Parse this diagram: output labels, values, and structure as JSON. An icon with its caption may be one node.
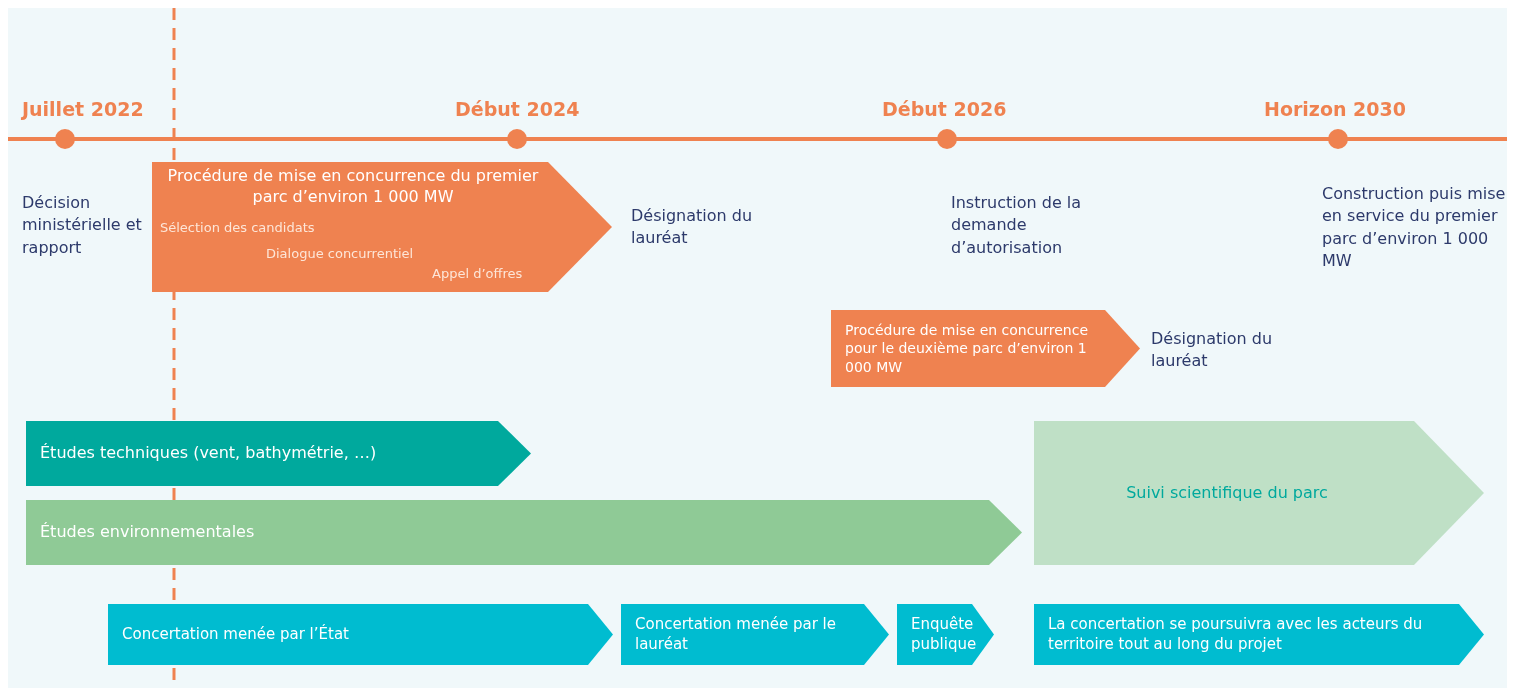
{
  "diagram": {
    "nodes": [
      {
        "text": [
          "Procédure de mise en concurrence du premier parc d’environ 1 000 MW",
          "Sélection des candidats",
          "Dialogue concurrentiel",
          "Appel d’offres"
        ]
      },
      {
        "text": [
          "Procédure de mise en concurrence pour le deuxième parc d’environ 1 000 MW"
        ]
      },
      {
        "text": [
          "Études techniques (vent, bathymétrie, …)"
        ]
      },
      {
        "text": [
          "Études environnementales"
        ]
      },
      {
        "text": [
          "Suivi scientifique du parc"
        ]
      },
      {
        "text": [
          "Concertation menée par l’État"
        ]
      },
      {
        "text": [
          "Concertation menée par le lauréat"
        ]
      },
      {
        "text": [
          "Enquête publique"
        ]
      },
      {
        "text": [
          "La concertation se poursuivra avec les acteurs du territoire tout au long du projet"
        ]
      }
    ],
    "labels": [
      "Juillet 2022",
      "Début 2024",
      "Début 2026",
      "Horizon 2030",
      "Décision ministérielle et rapport",
      "Désignation du lauréat",
      "Instruction de la demande d’autorisation",
      "Construction puis mise en service du premier parc d’environ 1 000 MW",
      "Désignation du lauréat"
    ]
  }
}
